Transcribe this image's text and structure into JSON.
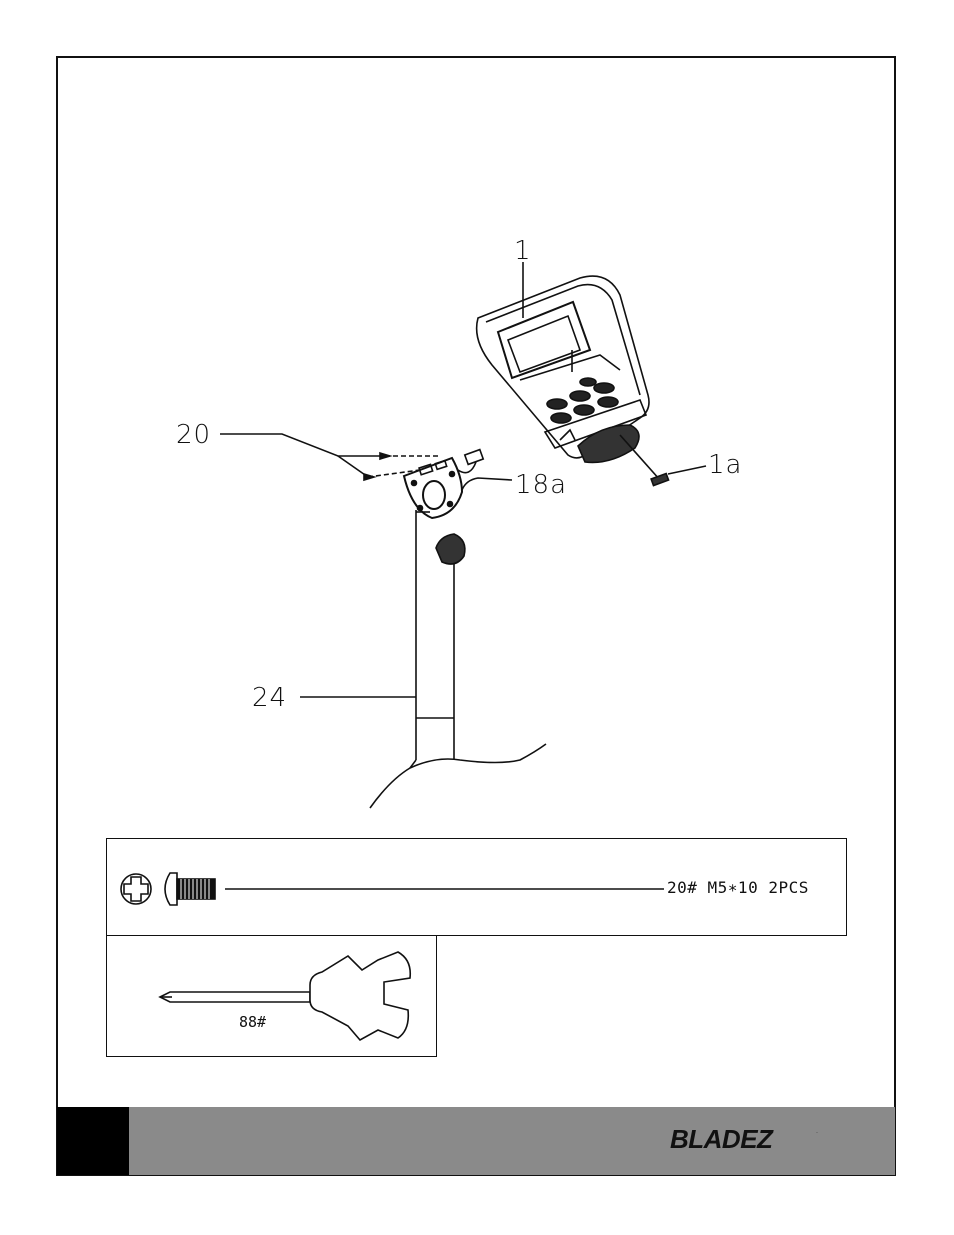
{
  "callouts": {
    "console": "1",
    "console_pin": "1a",
    "screws": "20",
    "bracket": "18a",
    "mast": "24"
  },
  "hardware": {
    "screw_spec": "20# M5∗10 2PCS"
  },
  "tool": {
    "label": "88#"
  },
  "footer": {
    "brand": "BLADEZ",
    "brand_mark": "·"
  },
  "icons": {
    "phillips": "phillips-head-icon",
    "screw": "screw-icon",
    "screwdriver": "screwdriver-wrench-icon"
  }
}
